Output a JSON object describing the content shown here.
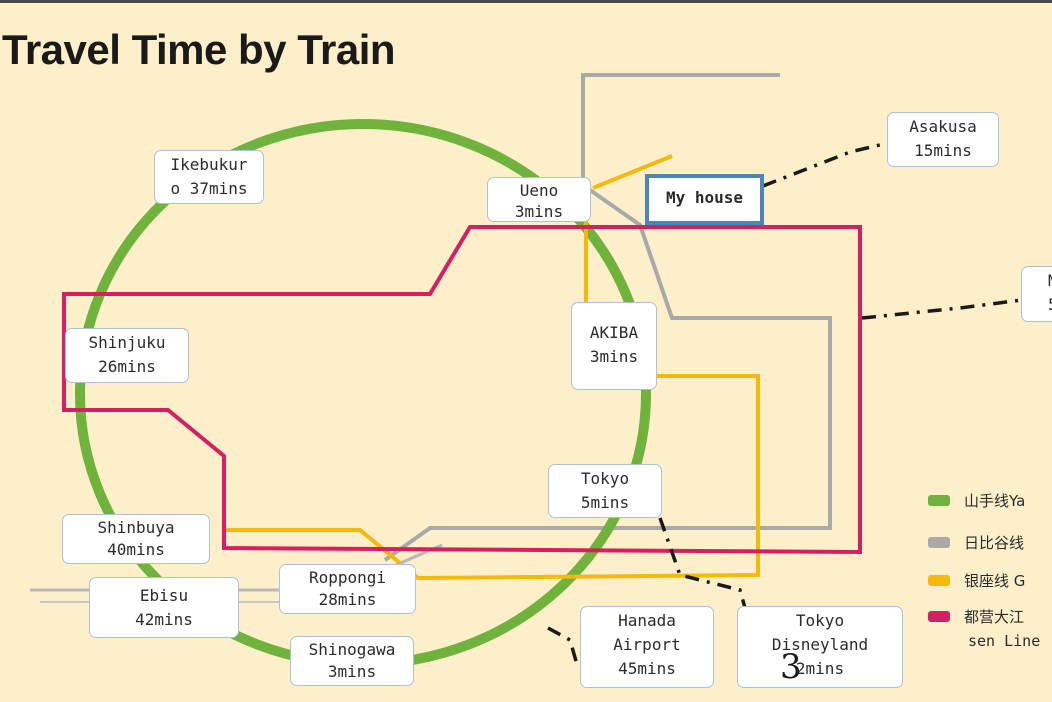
{
  "title": "Travel Time by Train",
  "colors": {
    "yamanote": "#6fb23c",
    "hibiya": "#a9a9a9",
    "ginza": "#f5b90a",
    "oedo": "#d41f63",
    "background": "#fcefc9"
  },
  "stations": {
    "ikebukuro": {
      "line1": "Ikebukur",
      "line2": "o 37mins"
    },
    "ueno": {
      "line1": "Ueno",
      "line2": "3mins"
    },
    "myhouse": {
      "label": "My house"
    },
    "asakusa": {
      "line1": "Asakusa",
      "line2": "15mins"
    },
    "edge": {
      "line1": "M",
      "line2": "5"
    },
    "shinjuku": {
      "line1": "Shinjuku",
      "line2": "26mins"
    },
    "akiba": {
      "line1": "AKIBA",
      "line2": "3mins"
    },
    "tokyo": {
      "line1": "Tokyo",
      "line2": "5mins"
    },
    "shinbuya": {
      "line1": "Shinbuya",
      "line2": "40mins"
    },
    "ebisu": {
      "line1": "Ebisu",
      "line2": "42mins"
    },
    "roppongi": {
      "line1": "Roppongi",
      "line2": "28mins"
    },
    "shinogawa": {
      "line1": "Shinogawa",
      "line2": "3mins"
    },
    "hanada": {
      "line1": "Hanada",
      "line2": "Airport",
      "line3": "45mins"
    },
    "disney": {
      "line1": "Tokyo",
      "line2": "Disneyland",
      "line3": "2mins"
    }
  },
  "legend": {
    "yamanote": "山手线Ya",
    "hibiya": "日比谷线",
    "ginza": "银座线 G",
    "oedo": "都营大江",
    "oedo_sub": "sen Line"
  },
  "scribble": "3"
}
